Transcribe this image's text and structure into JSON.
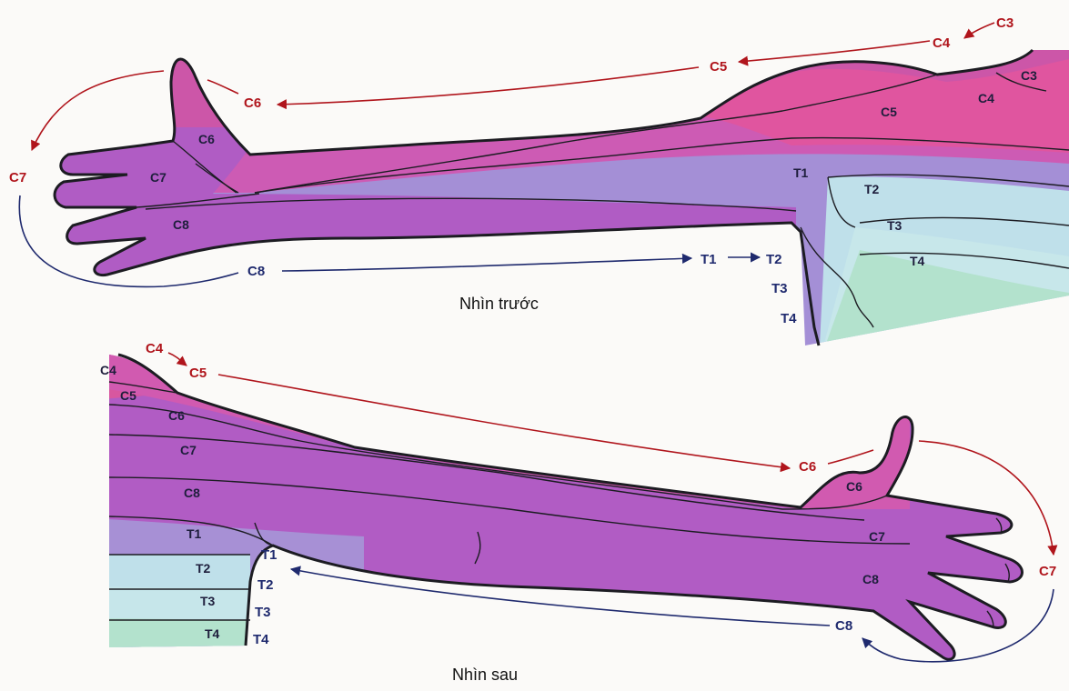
{
  "colors": {
    "pink": "#e0559f",
    "magenta": "#cd5bb4",
    "purple": "#a85fc5",
    "lavender": "#a48fd6",
    "light_blue": "#bfe0ea",
    "mint": "#b3e2cd",
    "outline": "#1c1c22",
    "red_label": "#b0151c",
    "blue_label": "#1f2a6e"
  },
  "front": {
    "caption": "Nhìn trước",
    "zones": {
      "c3": "C3",
      "c4": "C4",
      "c5": "C5",
      "c6": "C6",
      "c7": "C7",
      "c8": "C8",
      "t1": "T1",
      "t2": "T2",
      "t3": "T3",
      "t4": "T4"
    },
    "arrows": {
      "c3": "C3",
      "c4": "C4",
      "c5": "C5",
      "c6": "C6",
      "c7": "C7",
      "c8": "C8",
      "t1": "T1",
      "t2": "T2",
      "t3": "T3",
      "t4": "T4"
    }
  },
  "back": {
    "caption": "Nhìn sau",
    "zones": {
      "c4": "C4",
      "c5": "C5",
      "c6": "C6",
      "c7": "C7",
      "c8": "C8",
      "t1": "T1",
      "t2": "T2",
      "t3": "T3",
      "t4": "T4",
      "hand_c6": "C6",
      "hand_c7": "C7",
      "hand_c8": "C8"
    },
    "arrows": {
      "c4": "C4",
      "c5": "C5",
      "c6": "C6",
      "c7": "C7",
      "c8": "C8",
      "t1": "T1",
      "t2": "T2",
      "t3": "T3",
      "t4": "T4"
    }
  }
}
